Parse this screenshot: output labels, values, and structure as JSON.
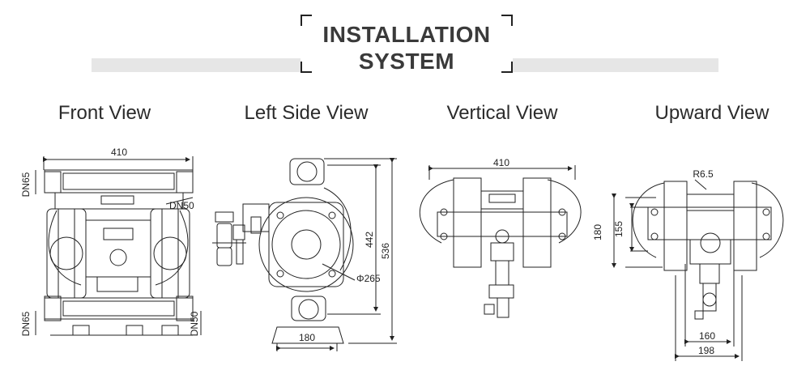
{
  "header": {
    "title_line1": "INSTALLATION",
    "title_line2": "SYSTEM"
  },
  "views": {
    "front": {
      "label": "Front View",
      "dim_width": "410",
      "inlet_top": "DN65",
      "outlet_top": "DN50",
      "inlet_bottom": "DN65",
      "outlet_bottom": "DN50"
    },
    "left_side": {
      "label": "Left Side View",
      "dim_height_inner": "442",
      "dim_height_total": "536",
      "dim_diameter": "Φ265",
      "dim_base": "180"
    },
    "vertical": {
      "label": "Vertical View",
      "dim_width": "410"
    },
    "upward": {
      "label": "Upward View",
      "dim_radius": "R6.5",
      "dim_height_outer": "180",
      "dim_height_inner": "155",
      "dim_base_inner": "160",
      "dim_base_outer": "198"
    }
  }
}
